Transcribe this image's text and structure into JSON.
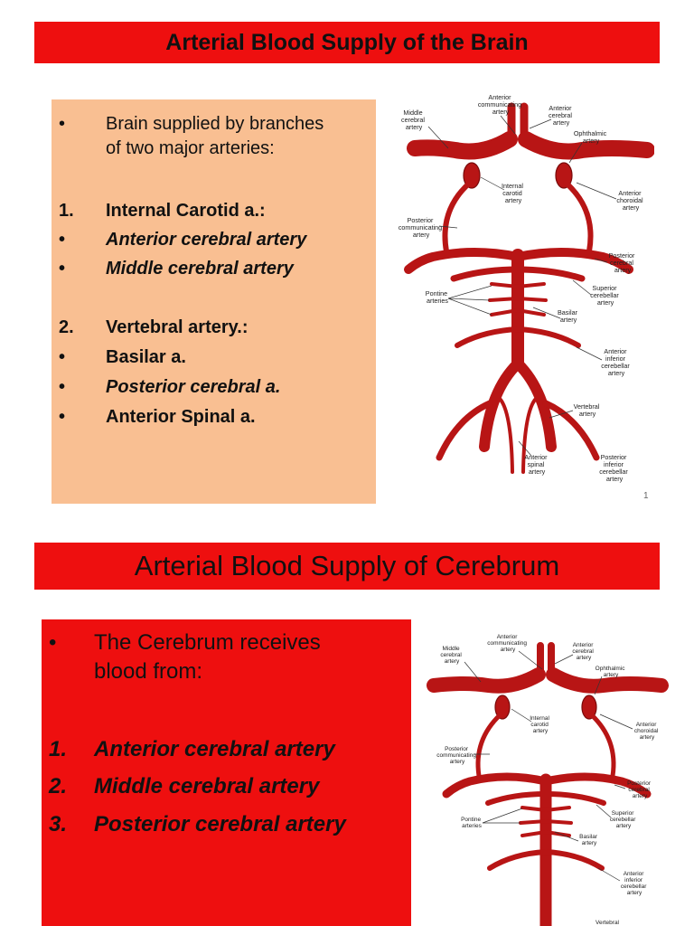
{
  "slide1": {
    "title": "Arterial Blood Supply of the Brain",
    "bullets": [
      {
        "marker": "•",
        "text": "Brain supplied by branches"
      },
      {
        "marker": "",
        "text": "of two major arteries:"
      },
      {
        "marker": "1.",
        "text": "Internal Carotid a.:"
      },
      {
        "marker": "•",
        "text": "Anterior cerebral artery"
      },
      {
        "marker": "•",
        "text": "Middle cerebral artery"
      },
      {
        "marker": "2.",
        "text": "Vertebral artery.:"
      },
      {
        "marker": "•",
        "text": "Basilar a."
      },
      {
        "marker": "•",
        "text": "Posterior cerebral  a."
      },
      {
        "marker": "•",
        "text": "Anterior Spinal a."
      }
    ],
    "page_number": "1"
  },
  "slide2": {
    "title": "Arterial Blood Supply of Cerebrum",
    "bullets": [
      {
        "marker": "•",
        "text": "The Cerebrum receives"
      },
      {
        "marker": "",
        "text": "blood from:"
      },
      {
        "marker": "1.",
        "text": "Anterior cerebral artery"
      },
      {
        "marker": "2.",
        "text": "Middle cerebral artery"
      },
      {
        "marker": "3.",
        "text": "Posterior cerebral artery"
      }
    ]
  },
  "diagram_labels": {
    "anterior_communicating": [
      "Anterior",
      "communicating",
      "artery"
    ],
    "middle_cerebral": [
      "Middle",
      "cerebral",
      "artery"
    ],
    "anterior_cerebral": [
      "Anterior",
      "cerebral",
      "artery"
    ],
    "ophthalmic": [
      "Ophthalmic",
      "artery"
    ],
    "internal_carotid": [
      "Internal",
      "carotid",
      "artery"
    ],
    "anterior_choroidal": [
      "Anterior",
      "choroidal",
      "artery"
    ],
    "posterior_communicating": [
      "Posterior",
      "communicating",
      "artery"
    ],
    "posterior_cerebral": [
      "Posterior",
      "cerebral",
      "artery"
    ],
    "superior_cerebellar": [
      "Superior",
      "cerebellar",
      "artery"
    ],
    "pontine": [
      "Pontine",
      "arteries"
    ],
    "basilar": [
      "Basilar",
      "artery"
    ],
    "anterior_inferior_cerebellar": [
      "Anterior",
      "inferior",
      "cerebellar",
      "artery"
    ],
    "vertebral": [
      "Vertebral",
      "artery"
    ],
    "anterior_spinal": [
      "Anterior",
      "spinal",
      "artery"
    ],
    "posterior_inferior_cerebellar": [
      "Posterior",
      "inferior",
      "cerebellar",
      "artery"
    ]
  },
  "colors": {
    "title_bar": "#ee0f0f",
    "box1_bg": "#f9bf92",
    "box2_bg": "#ee0f0f",
    "artery": "#b81515"
  }
}
